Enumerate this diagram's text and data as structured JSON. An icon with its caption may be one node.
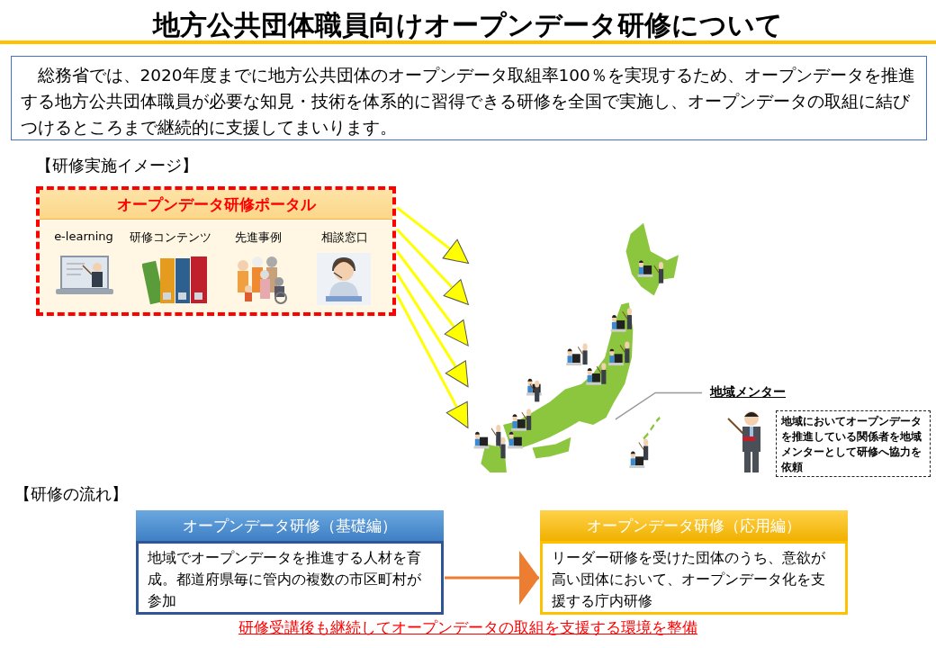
{
  "diagram": {
    "title": "地方公共団体職員向けオープンデータ研修について",
    "nodes": [
      {
        "text": [
          "総務省では、2020年度までに地方公共団体のオープンデータ取組率100％を実現するため、オープンデータを推進する地方公共団体職員が必要な知見・技術を体系的に習得できる研修を全国で実施し、オープンデータの取組に結びつけるところまで継続的に支援してまいります。"
        ]
      },
      {
        "text": [
          "オープンデータ研修ポータル"
        ]
      },
      {
        "text": [
          "e-learning"
        ],
        "in": 1
      },
      {
        "text": [
          "研修コンテンツ"
        ],
        "in": 1
      },
      {
        "text": [
          "先進事例"
        ],
        "in": 1
      },
      {
        "text": [
          "相談窓口"
        ],
        "in": 1
      },
      {
        "text": [],
        "shape": "picture"
      },
      {
        "text": [
          "地域メンター"
        ]
      },
      {
        "text": [
          "地域においてオープンデータを推進している関係者を地域メンターとして研修へ協力を依頼"
        ]
      },
      {
        "text": [
          "オープンデータ研修（基礎編）",
          "地域でオープンデータを推進する人材を育成。都道府県毎に管内の複数の市区町村が参加"
        ]
      },
      {
        "text": [
          "オープンデータ研修（応用編）",
          "リーダー研修を受けた団体のうち、意欲が高い団体において、オープンデータ化を支援する庁内研修"
        ]
      }
    ],
    "edges": [
      {
        "from": 1,
        "to": 6,
        "arrow": "to"
      },
      {
        "from": 1,
        "to": 6,
        "arrow": "to"
      },
      {
        "from": 1,
        "to": 6,
        "arrow": "to"
      },
      {
        "from": 1,
        "to": 6,
        "arrow": "to"
      },
      {
        "from": 1,
        "to": 6,
        "arrow": "to"
      },
      {
        "from": 9,
        "to": 10,
        "arrow": "to",
        "color": "#ed7d31"
      }
    ],
    "labels": [
      "【研修実施イメージ】",
      "【研修の流れ】",
      "研修受講後も継続してオープンデータの取組を支援する環境を整備"
    ]
  }
}
